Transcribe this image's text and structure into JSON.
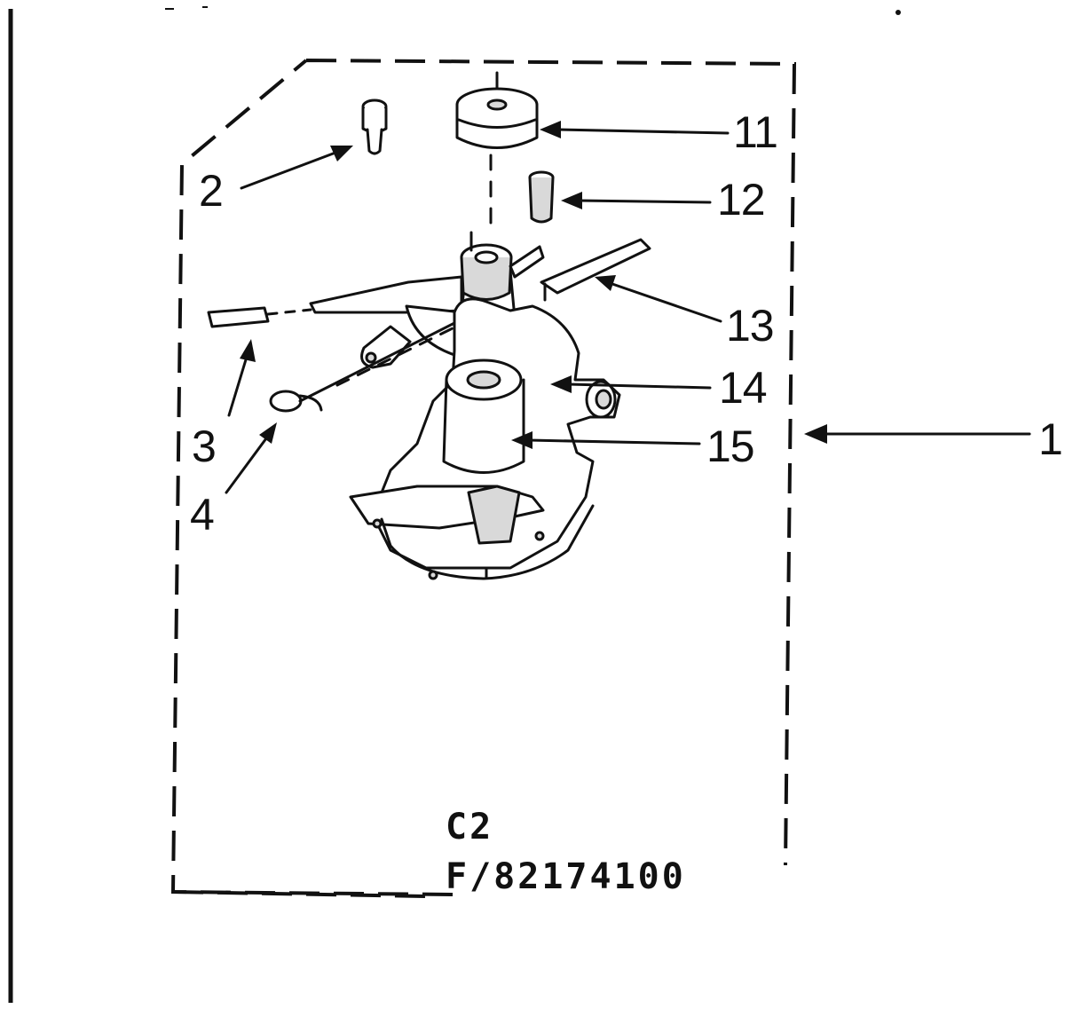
{
  "diagram": {
    "callouts": [
      "2",
      "3",
      "4",
      "11",
      "12",
      "13",
      "14",
      "15",
      "1"
    ],
    "caption": {
      "line1": "C2",
      "line2": "F/82174100"
    },
    "colors": {
      "ink": "#111111",
      "paper": "#ffffff"
    }
  }
}
